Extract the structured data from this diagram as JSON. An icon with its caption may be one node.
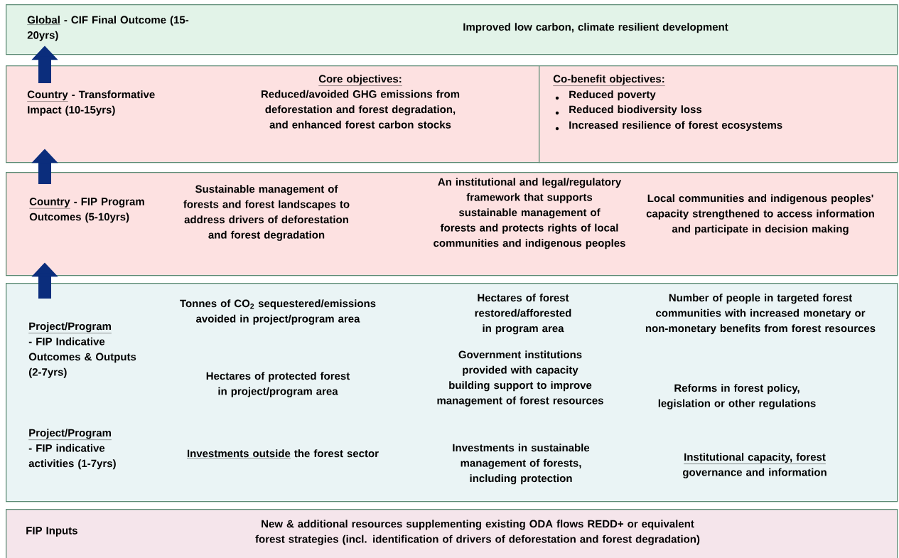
{
  "diagram": {
    "nodes": [
      {
        "text": [
          "Global",
          "- CIF Final Outcome (15-20yrs)",
          "Improved low carbon, climate resilient development"
        ]
      },
      {
        "text": [
          "Country",
          "- Transformative Impact (10-15yrs)",
          "Core objectives:",
          "Reduced/avoided GHG emissions from deforestation and forest degradation, and enhanced forest carbon stocks"
        ]
      },
      {
        "text": [
          "Co-benefit objectives:",
          "Reduced poverty",
          "Reduced biodiversity loss",
          "Increased resilience of forest ecosystems"
        ]
      },
      {
        "text": [
          "Country",
          "- FIP Program Outcomes (5-10yrs)",
          "Sustainable management of forests and forest landscapes to address drivers of deforestation and forest degradation",
          "An institutional and legal/regulatory framework that supports sustainable management of forests and protects rights of local communities and indigenous peoples",
          "Local communities and indigenous peoples' capacity strengthened to access information and participate in decision making"
        ]
      },
      {
        "text": [
          "Project/Program",
          "- FIP Indicative Outcomes & Outputs (2-7yrs)",
          "Tonnes of CO$_{2}$ sequestered/emissions avoided in project/program area",
          "Hectares of forest restored/afforested in program area",
          "Number of people in targeted forest communities with increased monetary or non-monetary benefits from forest resources",
          "Hectares of protected forest in project/program area",
          "Government institutions provided with capacity building support to improve management of forest resources",
          "Reforms in forest policy, legislation or other regulations",
          "Project/Program",
          "- FIP indicative activities (1-7yrs)",
          "Investments outside",
          "the forest sector",
          "Investments in sustainable management of forests",
          ", including protection",
          "Institutional capacity, forest",
          "governance and information"
        ]
      },
      {
        "text": [
          "FIP Inputs",
          "New & additional resources supplementing existing ODA flows REDD+ or equivalent forest strategies (incl. identification of drivers of deforestation and forest degradation)"
        ]
      }
    ],
    "edges": [
      {
        "from": 4,
        "to": 3,
        "arrow": "to"
      },
      {
        "from": 3,
        "to": 1,
        "arrow": "to"
      },
      {
        "from": 1,
        "to": 0,
        "arrow": "to"
      }
    ]
  }
}
